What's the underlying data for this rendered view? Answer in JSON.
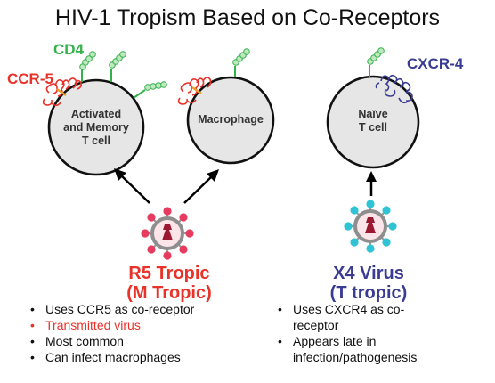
{
  "title": "HIV-1 Tropism Based on Co-Receptors",
  "receptor_labels": {
    "cd4": "CD4",
    "ccr5": "CCR-5",
    "cxcr4": "CXCR-4"
  },
  "cells": {
    "activated": "Activated\nand Memory\nT cell",
    "macrophage": "Macrophage",
    "naive": "Naïve\nT cell"
  },
  "r5": {
    "title": "R5 Tropic\n(M Tropic)",
    "bullets": [
      "Uses CCR5 as co-receptor",
      "Transmitted virus",
      "Most common",
      "Can infect macrophages"
    ]
  },
  "x4": {
    "title": "X4 Virus\n(T tropic)",
    "bullets": [
      "Uses CXCR4 as co-\nreceptor",
      "Appears late in\ninfection/pathogenesis"
    ]
  },
  "colors": {
    "cd4": "#33b24a",
    "ccr5": "#e8322a",
    "cxcr4": "#3a3b93",
    "r5_virus": "#e63b5e",
    "x4_virus": "#2ec4d6",
    "cell_fill": "#e6e6e6",
    "highlight_bullet": "#e8322a"
  },
  "icons": [
    "arrow-icon",
    "cd4-receptor-icon",
    "ccr5-receptor-icon",
    "cxcr4-receptor-icon",
    "virus-icon"
  ]
}
